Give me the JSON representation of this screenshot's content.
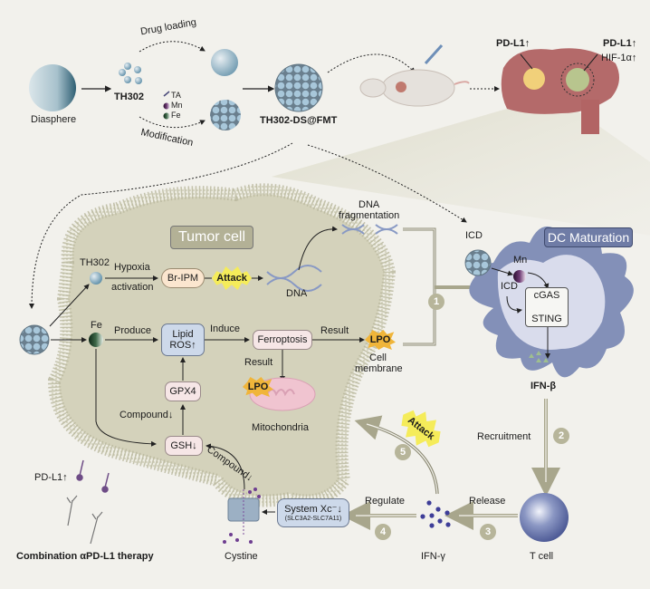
{
  "top": {
    "diasphere": "Diasphere",
    "th302": "TH302",
    "drug_loading": "Drug loading",
    "modification": "Modification",
    "legend": [
      {
        "icon": "ta-icon",
        "label": "TA"
      },
      {
        "icon": "mn-icon",
        "label": "Mn"
      },
      {
        "icon": "fe-icon",
        "label": "Fe"
      }
    ],
    "product": "TH302-DS@FMT",
    "liver_left": "PD-L1↑",
    "liver_right_1": "PD-L1↑",
    "liver_right_2": "HIF-1α↑"
  },
  "tumor": {
    "title": "Tumor cell",
    "th302": "TH302",
    "hypoxia": "Hypoxia",
    "activation": "activation",
    "br_ipm": "Br-IPM",
    "attack": "Attack",
    "dna": "DNA",
    "dna_frag_1": "DNA",
    "dna_frag_2": "fragmentation",
    "fe": "Fe",
    "produce": "Produce",
    "lipid_ros_1": "Lipid",
    "lipid_ros_2": "ROS↑",
    "induce": "Induce",
    "ferroptosis": "Ferroptosis",
    "result_1": "Result",
    "result_2": "Result",
    "lpo_1": "LPO",
    "lpo_2": "LPO",
    "cell_membrane_1": "Cell",
    "cell_membrane_2": "membrane",
    "mitochondria": "Mitochondria",
    "gpx4": "GPX4",
    "compound_1": "Compound↓",
    "compound_2": "Compound↓",
    "gsh": "GSH↓",
    "pdl1": "PD-L1↑",
    "combination": "Combination αPD-L1 therapy",
    "cystine": "Cystine",
    "system_xc": "System Xc⁻↓",
    "slc": "(SLC3A2-SLC7A11)"
  },
  "dc": {
    "title": "DC Maturation",
    "icd_1": "ICD",
    "icd_2": "ICD",
    "mn": "Mn",
    "cgas": "cGAS",
    "sting": "STING",
    "ifn_b": "IFN-β"
  },
  "immune": {
    "recruitment": "Recruitment",
    "release": "Release",
    "regulate": "Regulate",
    "attack": "Attack",
    "ifn_g": "IFN-γ",
    "t_cell": "T cell"
  },
  "steps": [
    "1",
    "2",
    "3",
    "4",
    "5"
  ],
  "colors": {
    "background": "#f2f1ec",
    "cytoplasm": "#d6d4bf",
    "membrane": "#b9b79c",
    "dc_cell": "#8390b8",
    "tag": "#b3b196",
    "dc_tag": "#6f7ca6",
    "liver": "#b46a6a",
    "burst_yellow": "#f5ec5a",
    "burst_orange": "#f0b53a"
  }
}
